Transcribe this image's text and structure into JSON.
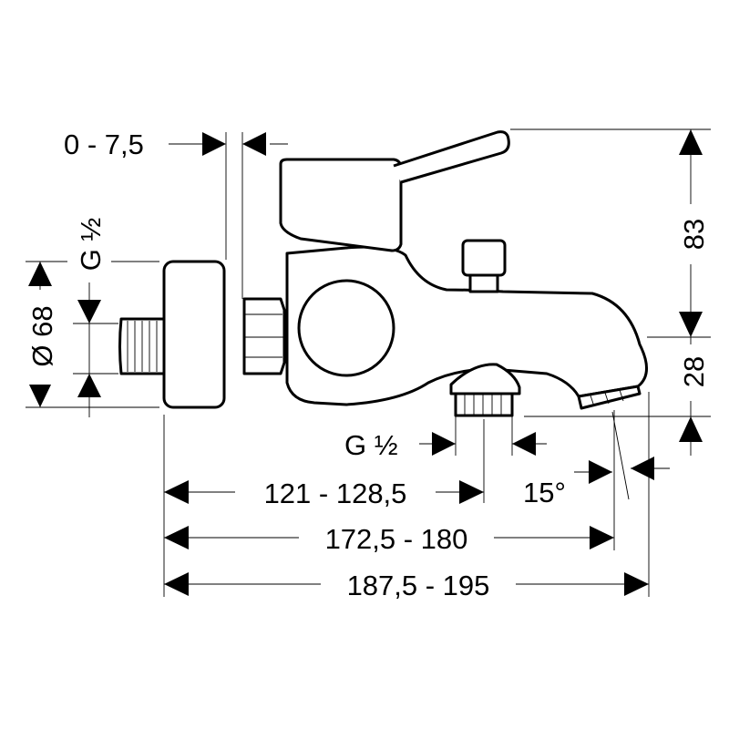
{
  "labels": {
    "offset": "0 - 7,5",
    "thread_left": "G ½",
    "diameter": "Ø 68",
    "height_top": "83",
    "height_bottom": "28",
    "thread_bottom": "G ½",
    "angle": "15°",
    "dim_1": "121 - 128,5",
    "dim_2": "172,5 - 180",
    "dim_3": "187,5 - 195"
  }
}
